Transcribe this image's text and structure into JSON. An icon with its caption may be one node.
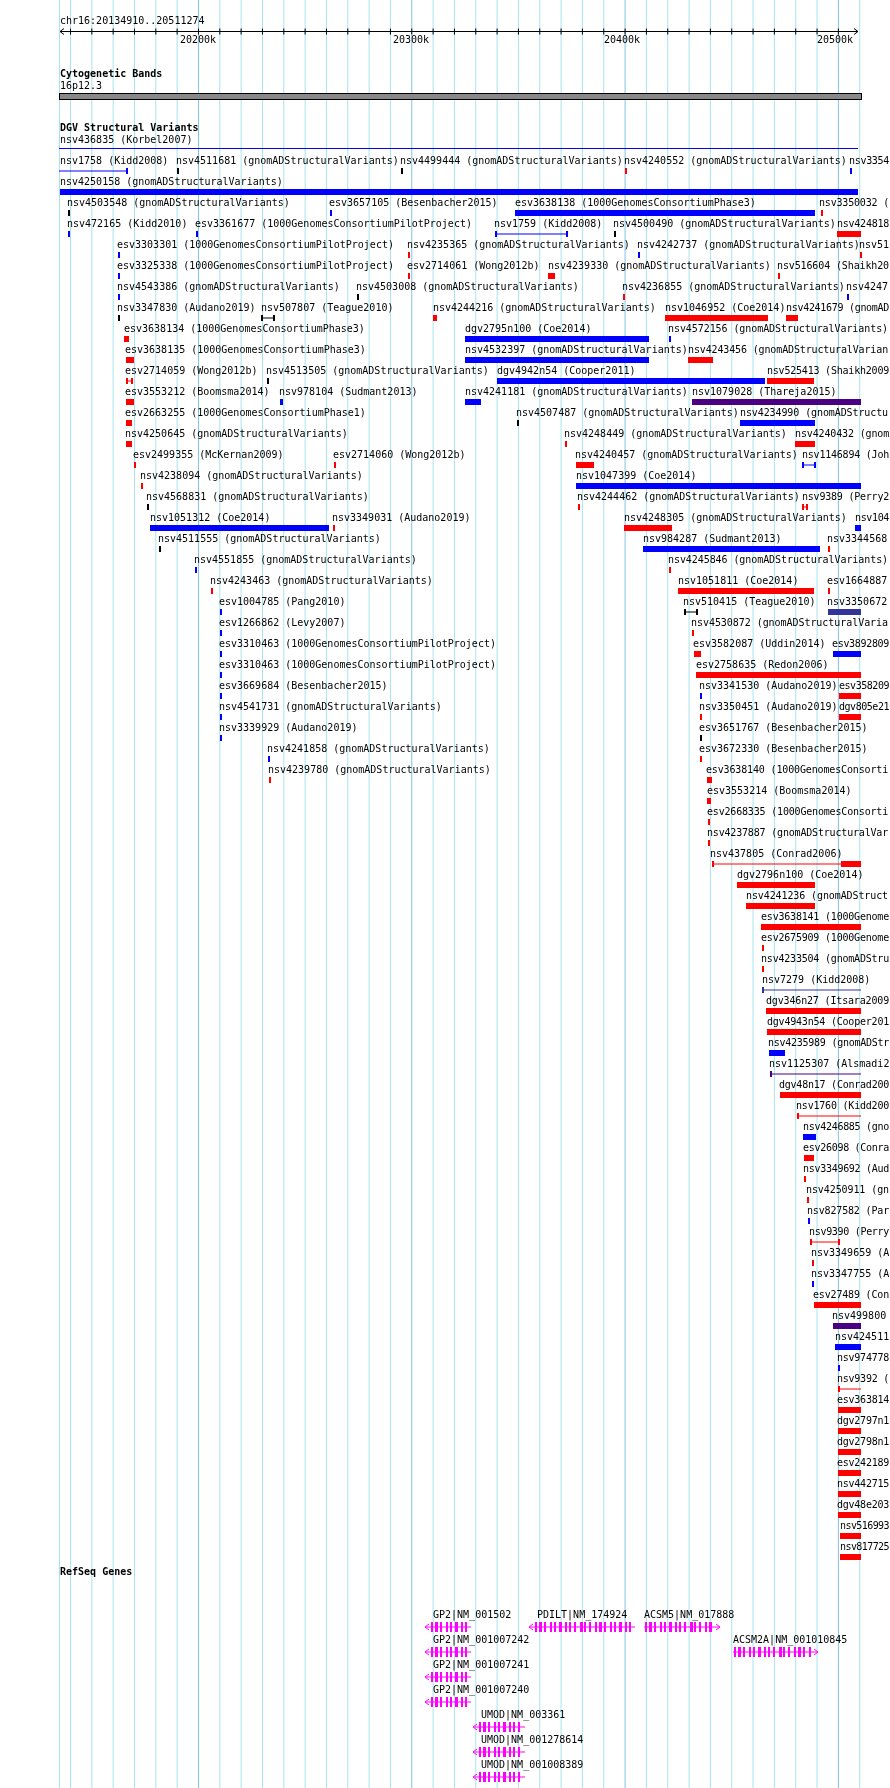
{
  "diagram": {
    "labels": [
      "chr16:20134910..20511274",
      "20200k",
      "20300k",
      "20400k",
      "20500k",
      "Cytogenetic Bands",
      "16p12.3",
      "DGV Structural Variants",
      "nsv436835 (Korbel2007)",
      "nsv1758 (Kidd2008)",
      "nsv4511681 (gnomADStructuralVariants)",
      "nsv4499444 (gnomADStructuralVariants)",
      "nsv4240552 (gnomADStructuralVariants)",
      "nsv3354",
      "nsv4250158 (gnomADStructuralVariants)",
      "nsv4503548 (gnomADStructuralVariants)",
      "esv3657105 (Besenbacher2015)",
      "esv3638138 (1000GenomesConsortiumPhase3)",
      "nsv3350032 (",
      "nsv472165 (Kidd2010)",
      "esv3361677 (1000GenomesConsortiumPilotProject)",
      "nsv1759 (Kidd2008)",
      "nsv4500490 (gnomADStructuralVariants)",
      "nsv424818",
      "esv3303301 (1000GenomesConsortiumPilotProject)",
      "nsv4235365 (gnomADStructuralVariants)",
      "nsv4242737 (gnomADStructuralVariants)",
      "nsv51",
      "esv3325338 (1000GenomesConsortiumPilotProject)",
      "esv2714061 (Wong2012b)",
      "nsv4239330 (gnomADStructuralVariants)",
      "nsv516604 (Shaikh20",
      "nsv4543386 (gnomADStructuralVariants)",
      "nsv4503008 (gnomADStructuralVariants)",
      "nsv4236855 (gnomADStructuralVariants)",
      "nsv4247",
      "nsv3347830 (Audano2019)",
      "nsv507807 (Teague2010)",
      "nsv4244216 (gnomADStructuralVariants)",
      "nsv1046952 (Coe2014)",
      "nsv4241679 (gnomAD",
      "esv3638134 (1000GenomesConsortiumPhase3)",
      "dgv2795n100 (Coe2014)",
      "nsv4572156 (gnomADStructuralVariants)",
      "esv3638135 (1000GenomesConsortiumPhase3)",
      "nsv4532397 (gnomADStructuralVariants)",
      "nsv4243456 (gnomADStructuralVarian",
      "esv2714059 (Wong2012b)",
      "nsv4513505 (gnomADStructuralVariants)",
      "dgv4942n54 (Cooper2011)",
      "nsv525413 (Shaikh2009",
      "esv3553212 (Boomsma2014)",
      "nsv978104 (Sudmant2013)",
      "nsv4241181 (gnomADStructuralVariants)",
      "nsv1079028 (Thareja2015)",
      "esv2663255 (1000GenomesConsortiumPhase1)",
      "nsv4507487 (gnomADStructuralVariants)",
      "nsv4234990 (gnomADStructu",
      "nsv4250645 (gnomADStructuralVariants)",
      "nsv4248449 (gnomADStructuralVariants)",
      "nsv4240432 (gnom",
      "esv2499355 (McKernan2009)",
      "esv2714060 (Wong2012b)",
      "nsv4240457 (gnomADStructuralVariants)",
      "nsv1146894 (Joh",
      "nsv4238094 (gnomADStructuralVariants)",
      "nsv1047399 (Coe2014)",
      "nsv4568831 (gnomADStructuralVariants)",
      "nsv4244462 (gnomADStructuralVariants)",
      "nsv9389 (Perry2",
      "nsv1051312 (Coe2014)",
      "nsv3349031 (Audano2019)",
      "nsv4248305 (gnomADStructuralVariants)",
      "nsv104",
      "nsv4511555 (gnomADStructuralVariants)",
      "nsv984287 (Sudmant2013)",
      "nsv3344568",
      "nsv4551855 (gnomADStructuralVariants)",
      "nsv4245846 (gnomADStructuralVariants)",
      "nsv4243463 (gnomADStructuralVariants)",
      "nsv1051811 (Coe2014)",
      "esv1664887",
      "esv1004785 (Pang2010)",
      "nsv510415 (Teague2010)",
      "nsv3350672",
      "esv1266862 (Levy2007)",
      "nsv4530872 (gnomADStructuralVaria",
      "esv3310463 (1000GenomesConsortiumPilotProject)",
      "esv3582087 (Uddin2014)",
      "esv3892809",
      "esv3310463 (1000GenomesConsortiumPilotProject)",
      "esv2758635 (Redon2006)",
      "esv3669684 (Besenbacher2015)",
      "nsv3341530 (Audano2019)",
      "esv358209",
      "nsv4541731 (gnomADStructuralVariants)",
      "nsv3350451 (Audano2019)",
      "dgv805e21",
      "nsv3339929 (Audano2019)",
      "esv3651767 (Besenbacher2015)",
      "nsv4241858 (gnomADStructuralVariants)",
      "esv3672330 (Besenbacher2015)",
      "nsv4239780 (gnomADStructuralVariants)",
      "esv3638140 (1000GenomesConsorti",
      "esv3553214 (Boomsma2014)",
      "esv2668335 (1000GenomesConsorti",
      "nsv4237887 (gnomADStructuralVar",
      "nsv437805 (Conrad2006)",
      "dgv2796n100 (Coe2014)",
      "nsv4241236 (gnomADStruct",
      "esv3638141 (1000Genome",
      "esv2675909 (1000Genome",
      "nsv4233504 (gnomADStru",
      "nsv7279 (Kidd2008)",
      "dgv346n27 (Itsara2009",
      "dgv4943n54 (Cooper201",
      "nsv4235989 (gnomADStr",
      "nsv1125307 (Alsmadi2",
      "dgv48n17 (Conrad200",
      "nsv1760 (Kidd200",
      "nsv4246885 (gno",
      "esv26098 (Conra",
      "nsv3349692 (Aud",
      "nsv4250911 (gn",
      "nsv827582 (Par",
      "nsv9390 (Perry",
      "nsv3349659 (A",
      "nsv3347755 (A",
      "esv27489 (Con",
      "nsv499800",
      "nsv424511",
      "nsv974778",
      "nsv9392 (",
      "esv363814",
      "dgv2797n1",
      "dgv2798n1",
      "esv242189",
      "nsv442715",
      "dgv48e203",
      "nsv516993",
      "nsv817725",
      "RefSeq Genes",
      "GP2|NM_001502",
      "PDILT|NM_174924",
      "ACSM5|NM_017888",
      "GP2|NM_001007242",
      "ACSM2A|NM_001010845",
      "GP2|NM_001007241",
      "GP2|NM_001007240",
      "UMOD|NM_003361",
      "UMOD|NM_001278614",
      "UMOD|NM_001008389"
    ]
  }
}
